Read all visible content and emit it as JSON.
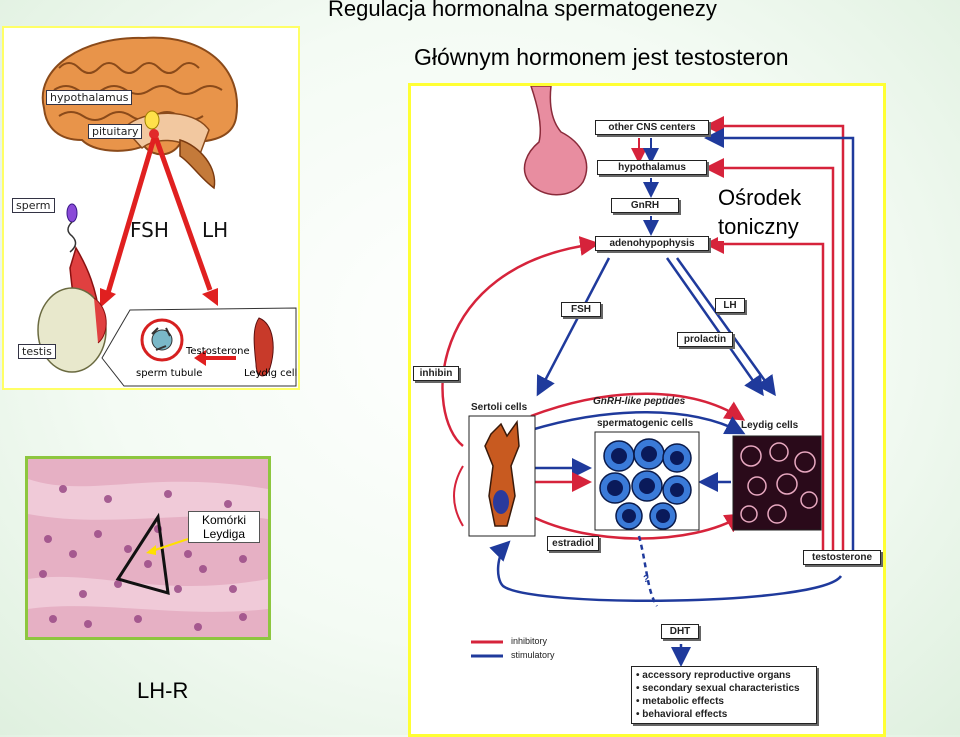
{
  "title": "Regulacja hormonalna spermatogenezy",
  "subtitle": "Głównym hormonem jest testosteron",
  "lh_r_label": "LH-R",
  "center_label": [
    "Ośrodek",
    "toniczny"
  ],
  "histology": {
    "callout_lines": [
      "Komórki",
      "Leydiga"
    ]
  },
  "brain_panel": {
    "labels": {
      "hypothalamus": "hypothalamus",
      "pituitary": "pituitary",
      "sperm": "sperm",
      "fsh": "FSH",
      "lh": "LH",
      "testis": "testis",
      "testosterone": "Testosterone",
      "sperm_tubule": "sperm tubule",
      "leydig_cell": "Leydig cell"
    }
  },
  "flowchart": {
    "boxes": {
      "other_cns": "other CNS centers",
      "hypothalamus": "hypothalamus",
      "gnrh": "GnRH",
      "adenohypophysis": "adenohypophysis",
      "fsh": "FSH",
      "lh": "LH",
      "prolactin": "prolactin",
      "inhibin": "inhibin",
      "estradiol": "estradiol",
      "testosterone": "testosterone",
      "dht": "DHT"
    },
    "labels": {
      "sertoli": "Sertoli cells",
      "gnrh_like": "GnRH-like peptides",
      "spermatogenic": "spermatogenic cells",
      "leydig": "Leydig cells",
      "question": "?"
    },
    "legend": [
      {
        "label": "inhibitory",
        "color": "#d6233b"
      },
      {
        "label": "stimulatory",
        "color": "#1f3a9c"
      }
    ],
    "effects": [
      "• accessory reproductive organs",
      "• secondary sexual characteristics",
      "• metabolic effects",
      "• behavioral effects"
    ]
  }
}
